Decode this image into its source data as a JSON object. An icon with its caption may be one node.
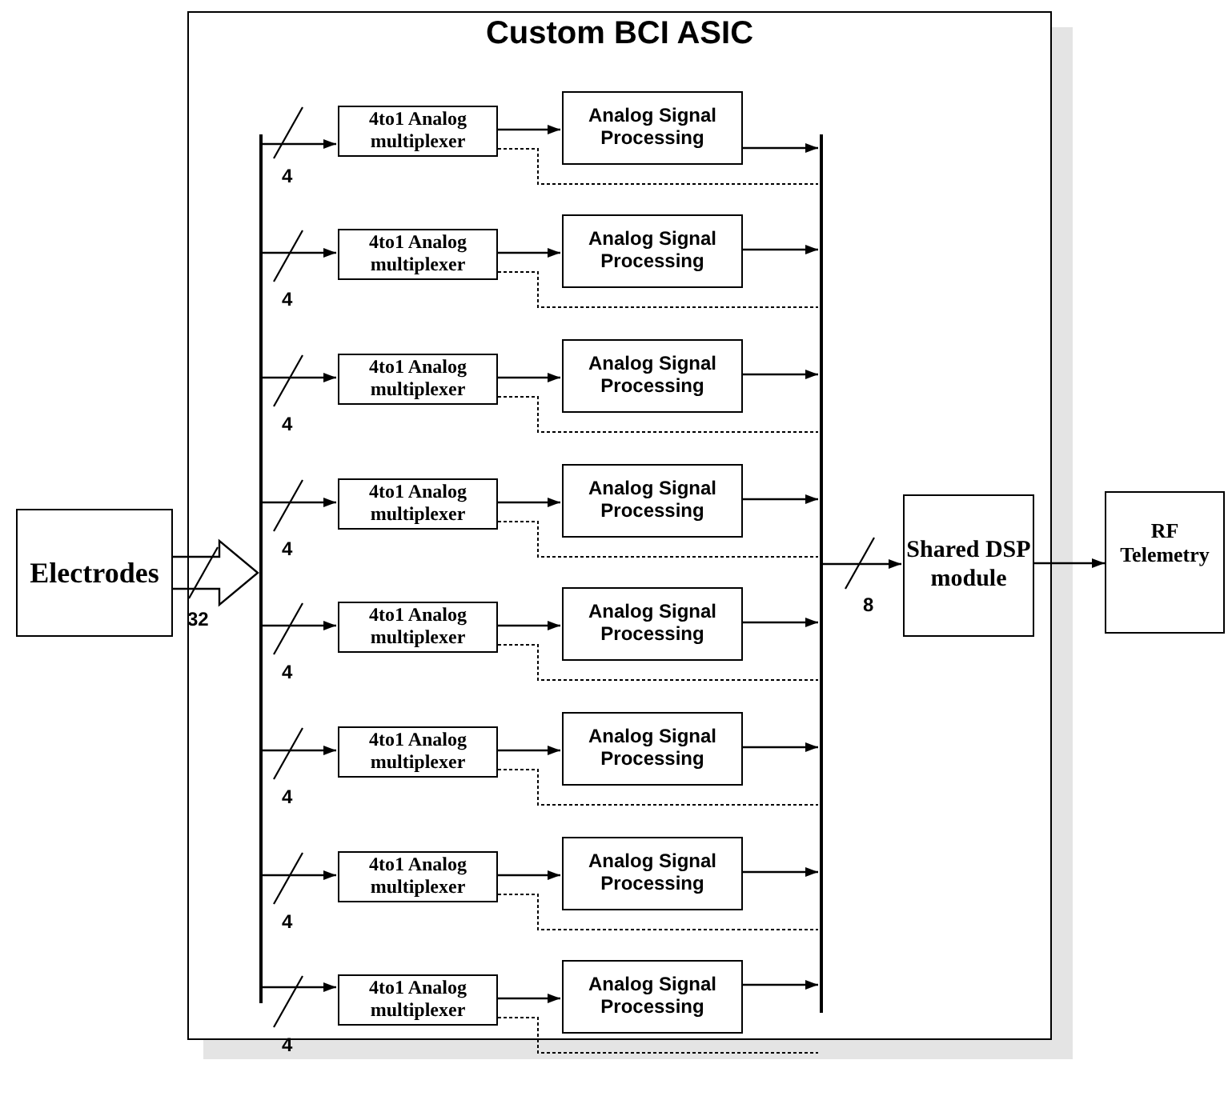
{
  "diagram": {
    "nodes": [
      {
        "text": [
          "Custom BCI ASIC"
        ]
      },
      {
        "text": [
          "Electrodes"
        ]
      },
      {
        "text": [],
        "shape": "bar",
        "in": 0
      },
      {
        "text": [
          "4to1 Analog multiplexer"
        ],
        "in": 0
      },
      {
        "text": [
          "Analog Signal Processing"
        ],
        "in": 0
      },
      {
        "text": [
          "4to1 Analog multiplexer"
        ],
        "in": 0
      },
      {
        "text": [
          "Analog Signal Processing"
        ],
        "in": 0
      },
      {
        "text": [
          "4to1 Analog multiplexer"
        ],
        "in": 0
      },
      {
        "text": [
          "Analog Signal Processing"
        ],
        "in": 0
      },
      {
        "text": [
          "4to1 Analog multiplexer"
        ],
        "in": 0
      },
      {
        "text": [
          "Analog Signal Processing"
        ],
        "in": 0
      },
      {
        "text": [
          "4to1 Analog multiplexer"
        ],
        "in": 0
      },
      {
        "text": [
          "Analog Signal Processing"
        ],
        "in": 0
      },
      {
        "text": [
          "4to1 Analog multiplexer"
        ],
        "in": 0
      },
      {
        "text": [
          "Analog Signal Processing"
        ],
        "in": 0
      },
      {
        "text": [
          "4to1 Analog multiplexer"
        ],
        "in": 0
      },
      {
        "text": [
          "Analog Signal Processing"
        ],
        "in": 0
      },
      {
        "text": [
          "4to1 Analog multiplexer"
        ],
        "in": 0
      },
      {
        "text": [
          "Analog Signal Processing"
        ],
        "in": 0
      },
      {
        "text": [],
        "shape": "bar",
        "in": 0
      },
      {
        "text": [
          "Shared DSP module"
        ],
        "in": 0
      },
      {
        "text": [
          "RF Telemetry"
        ]
      }
    ],
    "edges": [
      {
        "from": 1,
        "to": 2,
        "arrow": "to",
        "style": "thick"
      },
      {
        "from": 2,
        "to": 3,
        "arrow": "to"
      },
      {
        "from": 3,
        "to": 4,
        "arrow": "to"
      },
      {
        "from": 4,
        "to": 19,
        "arrow": "to"
      },
      {
        "from": 3,
        "to": 19,
        "arrow": "none",
        "style": "dashed"
      },
      {
        "from": 2,
        "to": 5,
        "arrow": "to"
      },
      {
        "from": 5,
        "to": 6,
        "arrow": "to"
      },
      {
        "from": 6,
        "to": 19,
        "arrow": "to"
      },
      {
        "from": 5,
        "to": 19,
        "arrow": "none",
        "style": "dashed"
      },
      {
        "from": 2,
        "to": 7,
        "arrow": "to"
      },
      {
        "from": 7,
        "to": 8,
        "arrow": "to"
      },
      {
        "from": 8,
        "to": 19,
        "arrow": "to"
      },
      {
        "from": 7,
        "to": 19,
        "arrow": "none",
        "style": "dashed"
      },
      {
        "from": 2,
        "to": 9,
        "arrow": "to"
      },
      {
        "from": 9,
        "to": 10,
        "arrow": "to"
      },
      {
        "from": 10,
        "to": 19,
        "arrow": "to"
      },
      {
        "from": 9,
        "to": 19,
        "arrow": "none",
        "style": "dashed"
      },
      {
        "from": 2,
        "to": 11,
        "arrow": "to"
      },
      {
        "from": 11,
        "to": 12,
        "arrow": "to"
      },
      {
        "from": 12,
        "to": 19,
        "arrow": "to"
      },
      {
        "from": 11,
        "to": 19,
        "arrow": "none",
        "style": "dashed"
      },
      {
        "from": 2,
        "to": 13,
        "arrow": "to"
      },
      {
        "from": 13,
        "to": 14,
        "arrow": "to"
      },
      {
        "from": 14,
        "to": 19,
        "arrow": "to"
      },
      {
        "from": 13,
        "to": 19,
        "arrow": "none",
        "style": "dashed"
      },
      {
        "from": 2,
        "to": 15,
        "arrow": "to"
      },
      {
        "from": 15,
        "to": 16,
        "arrow": "to"
      },
      {
        "from": 16,
        "to": 19,
        "arrow": "to"
      },
      {
        "from": 15,
        "to": 19,
        "arrow": "none",
        "style": "dashed"
      },
      {
        "from": 2,
        "to": 17,
        "arrow": "to"
      },
      {
        "from": 17,
        "to": 18,
        "arrow": "to"
      },
      {
        "from": 18,
        "to": 19,
        "arrow": "to"
      },
      {
        "from": 17,
        "to": 19,
        "arrow": "none",
        "style": "dashed"
      },
      {
        "from": 19,
        "to": 20,
        "arrow": "to"
      },
      {
        "from": 20,
        "to": 21,
        "arrow": "to"
      }
    ],
    "labels": [
      "4",
      "4",
      "4",
      "4",
      "8",
      "32",
      "4",
      "4",
      "4",
      "4"
    ]
  }
}
